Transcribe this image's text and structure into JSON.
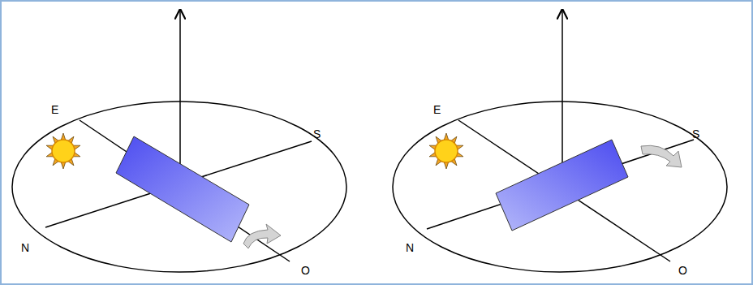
{
  "diagram": {
    "labels": [
      "E",
      "S",
      "N",
      "O",
      "E",
      "S",
      "N",
      "O"
    ]
  }
}
